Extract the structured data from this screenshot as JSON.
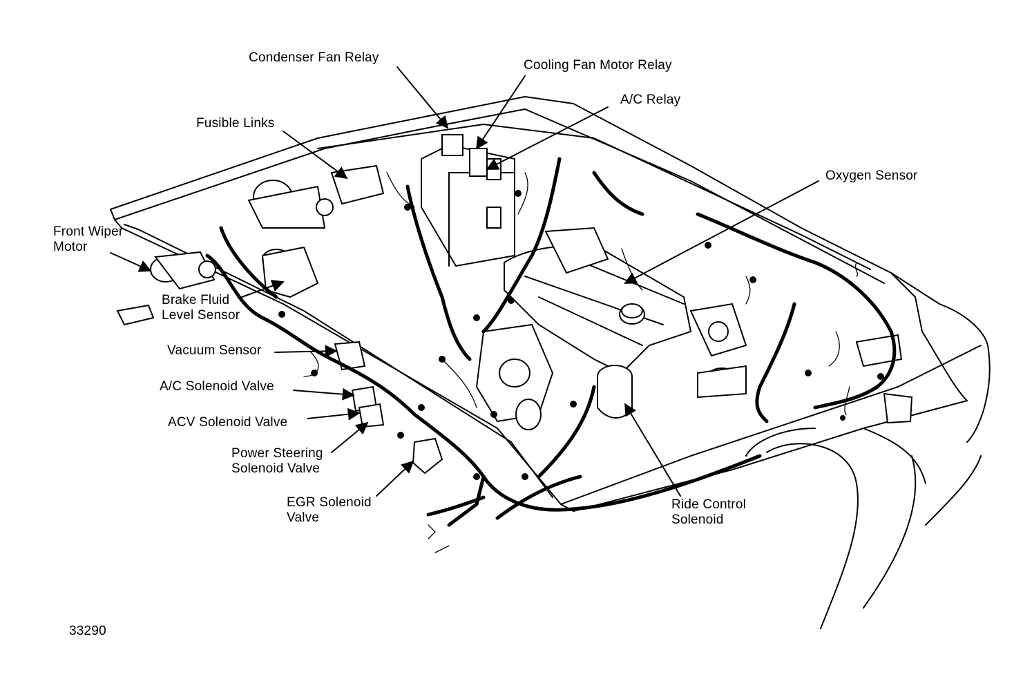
{
  "labels": {
    "condenser_fan_relay": "Condenser Fan Relay",
    "cooling_fan_motor_relay": "Cooling Fan Motor Relay",
    "ac_relay": "A/C Relay",
    "fusible_links": "Fusible Links",
    "oxygen_sensor": "Oxygen Sensor",
    "front_wiper_motor_1": "Front Wiper",
    "front_wiper_motor_2": "Motor",
    "brake_fluid_1": "Brake Fluid",
    "brake_fluid_2": "Level Sensor",
    "vacuum_sensor": "Vacuum Sensor",
    "ac_solenoid_valve": "A/C Solenoid Valve",
    "acv_solenoid_valve": "ACV Solenoid Valve",
    "power_steering_1": "Power Steering",
    "power_steering_2": "Solenoid Valve",
    "egr_1": "EGR Solenoid",
    "egr_2": "Valve",
    "ride_control_1": "Ride Control",
    "ride_control_2": "Solenoid",
    "figure_number": "33290"
  }
}
